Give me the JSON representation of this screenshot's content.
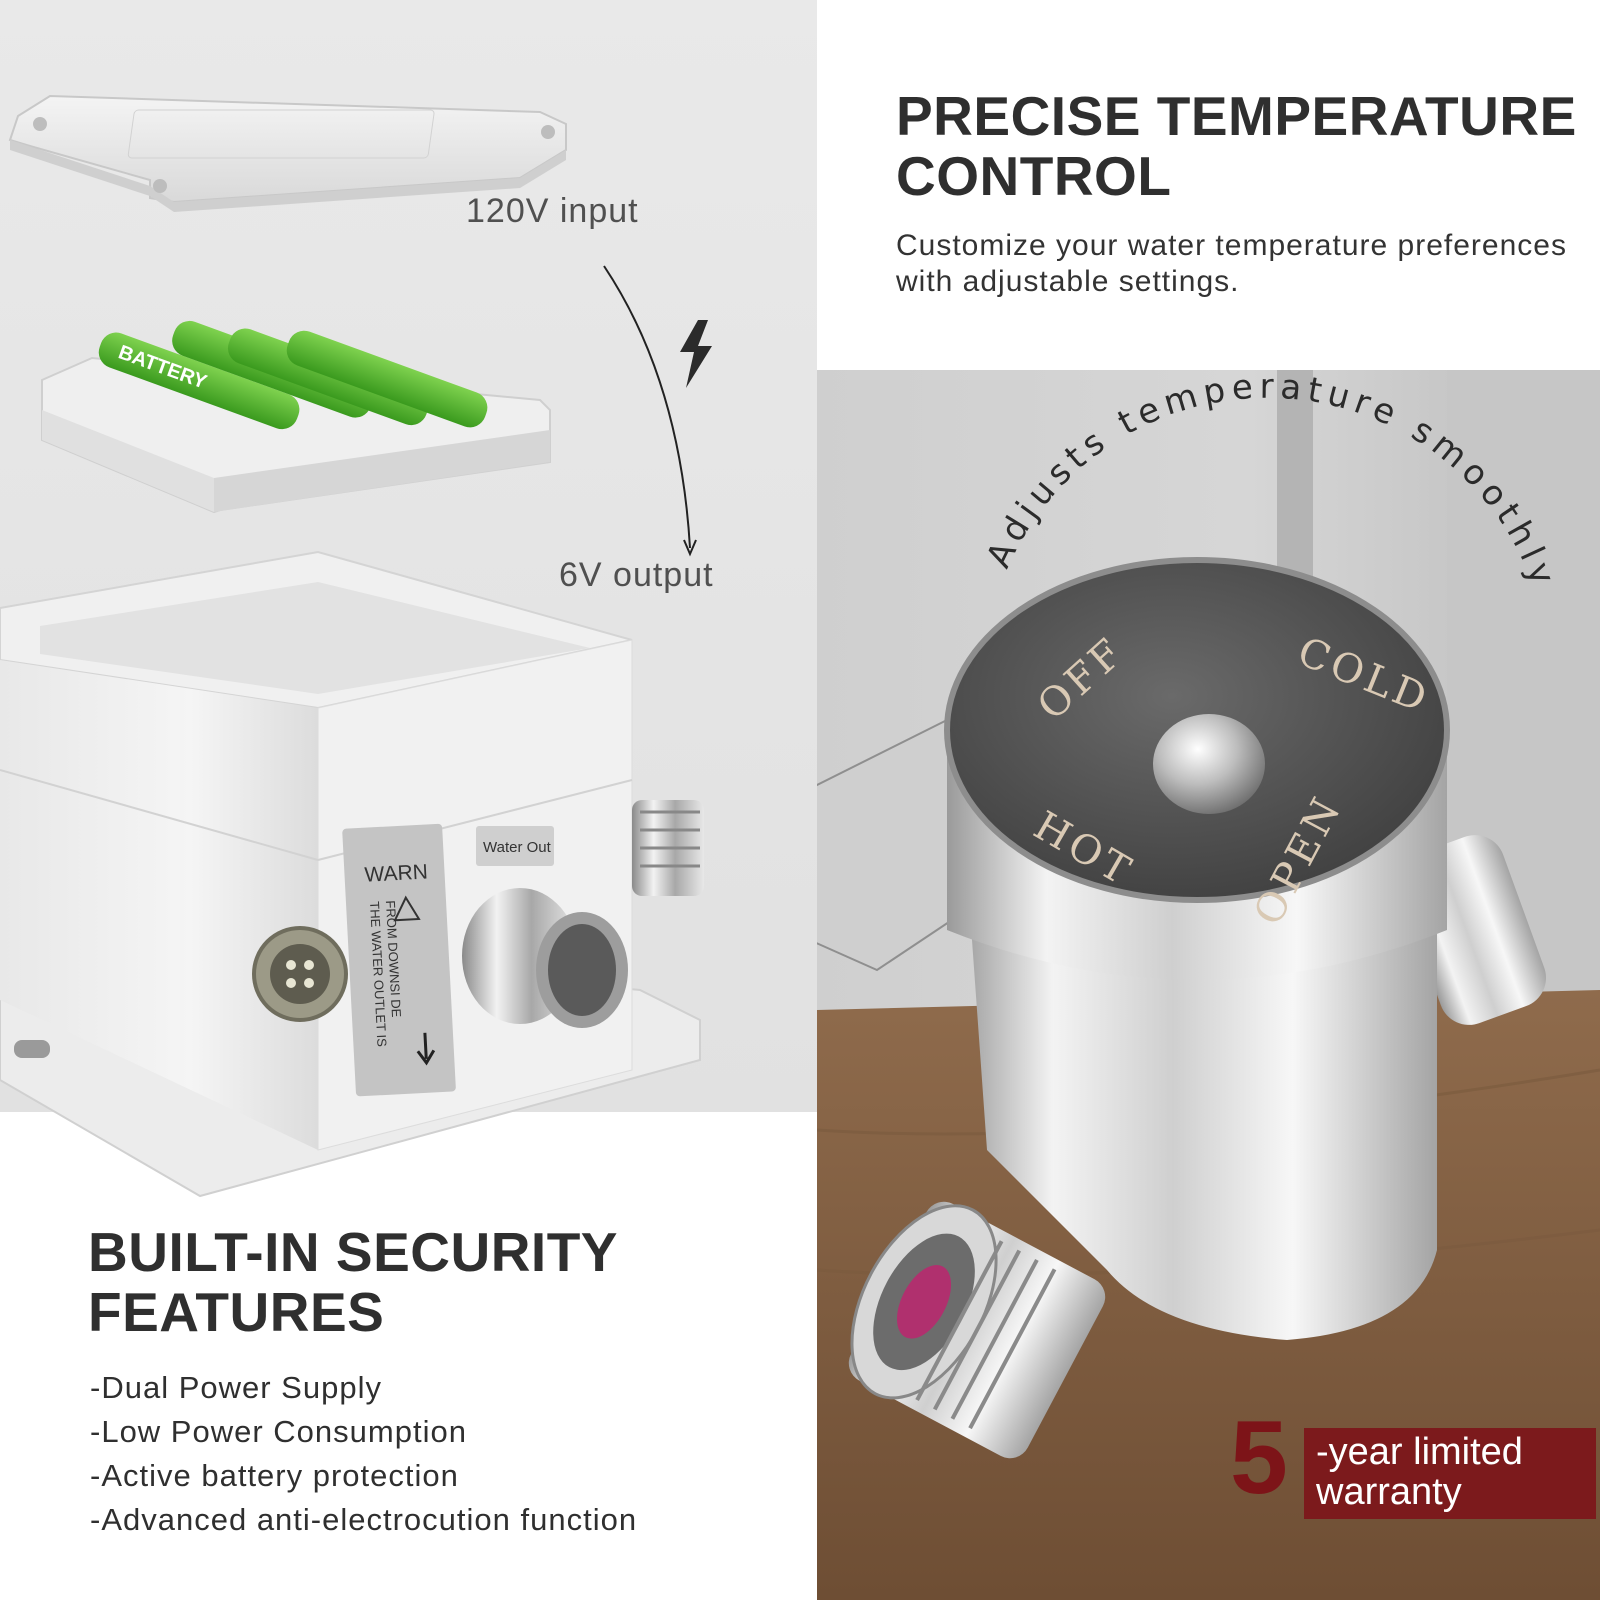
{
  "left_panel": {
    "label_input": "120V input",
    "label_output": "6V output",
    "heading_line1": "BUILT-IN SECURITY",
    "heading_line2": "FEATURES",
    "features": [
      "-Dual Power Supply",
      "-Low Power Consumption",
      "-Active battery protection",
      "-Advanced anti-electrocution function"
    ],
    "battery_label": "BATTERY",
    "warn_title": "WARN",
    "warn_line1": "THE WATER OUTLET IS",
    "warn_line2": "FROM DOWNSI DE",
    "water_out_label": "Water Out"
  },
  "right_panel": {
    "heading_line1": "PRECISE TEMPERATURE",
    "heading_line2": "CONTROL",
    "description": "Customize your water temperature preferences with adjustable settings.",
    "arc_text": "Adjusts temperature smoothly",
    "dial_labels": {
      "cold": "COLD",
      "off": "OFF",
      "hot": "HOT",
      "open": "OPEN"
    },
    "warranty_number": "5",
    "warranty_line1": "-year limited",
    "warranty_line2": "warranty"
  },
  "colors": {
    "heading": "#2f2f2f",
    "warranty_red": "#7c1a1c",
    "battery_green": "#52b82f",
    "panel_gray": "#e6e6e6"
  }
}
